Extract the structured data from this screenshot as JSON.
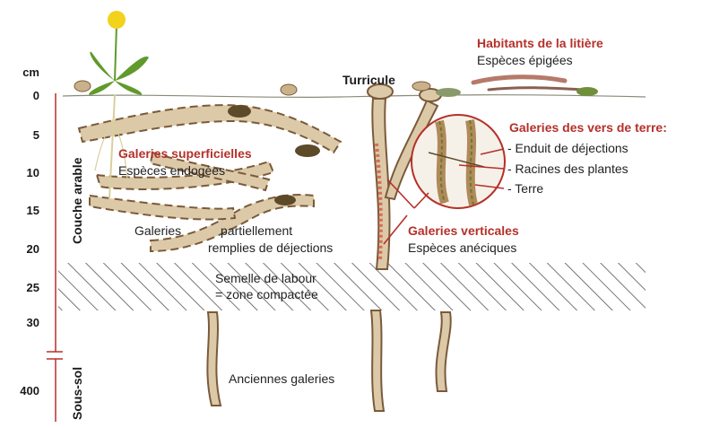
{
  "depth_scale": {
    "unit": "cm",
    "ticks": [
      "0",
      "5",
      "10",
      "15",
      "20",
      "25",
      "30",
      "400"
    ]
  },
  "layers": {
    "topsoil": "Couche arable",
    "subsoil": "Sous-sol"
  },
  "labels": {
    "litter_title": "Habitants de la litière",
    "litter_species": "Espèces épigées",
    "turricule": "Turricule",
    "burrows_title": "Galeries des vers de terre:",
    "burrow_item_1": "- Enduit de déjections",
    "burrow_item_2": "- Racines des plantes",
    "burrow_item_3": "- Terre",
    "surface_title": "Galeries superficielles",
    "surface_species": "Espèces endogées",
    "partial_1": "Galeries",
    "partial_2": "partiellement",
    "partial_3": "remplies de déjections",
    "vertical_title": "Galeries verticales",
    "vertical_species": "Espèces anéciques",
    "plow_1": "Semelle de labour",
    "plow_2": "= zone compactée",
    "old_burrows": "Anciennes galeries"
  },
  "colors": {
    "accent_red": "#b5302a",
    "burrow_fill": "#dcc9a8",
    "burrow_edge": "#7a5a3a",
    "casting": "#5c4a28",
    "leaf_green": "#5f9a2a",
    "flower_yellow": "#f2d21b"
  }
}
